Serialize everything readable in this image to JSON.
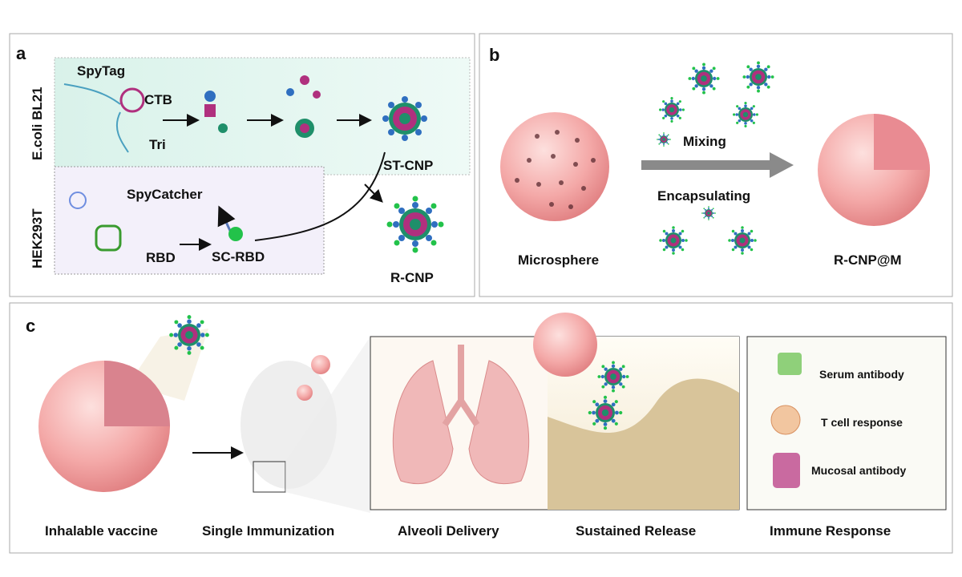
{
  "panel_a": {
    "letter": "a",
    "host_top": "E.coli BL21",
    "host_bottom": "HEK293T",
    "spytag": "SpyTag",
    "ctb": "CTB",
    "tri": "Tri",
    "st_cnp": "ST-CNP",
    "spycatcher": "SpyCatcher",
    "rbd": "RBD",
    "sc_rbd": "SC-RBD",
    "r_cnp": "R-CNP"
  },
  "panel_b": {
    "letter": "b",
    "microsphere": "Microsphere",
    "mixing": "Mixing",
    "encapsulating": "Encapsulating",
    "r_cnp_m": "R-CNP@M"
  },
  "panel_c": {
    "letter": "c",
    "steps": [
      "Inhalable vaccine",
      "Single Immunization",
      "Alveoli Delivery",
      "Sustained Release",
      "Immune Response"
    ],
    "responses": [
      "Serum antibody",
      "T cell response",
      "Mucosal antibody"
    ]
  },
  "colors": {
    "teal_bg": "#e3f5ef",
    "lavender_bg": "#f3f0fa",
    "sphere": "#f2a5a5",
    "magenta": "#b0307e",
    "green": "#1f8f6a",
    "blue": "#2f6fc0"
  }
}
